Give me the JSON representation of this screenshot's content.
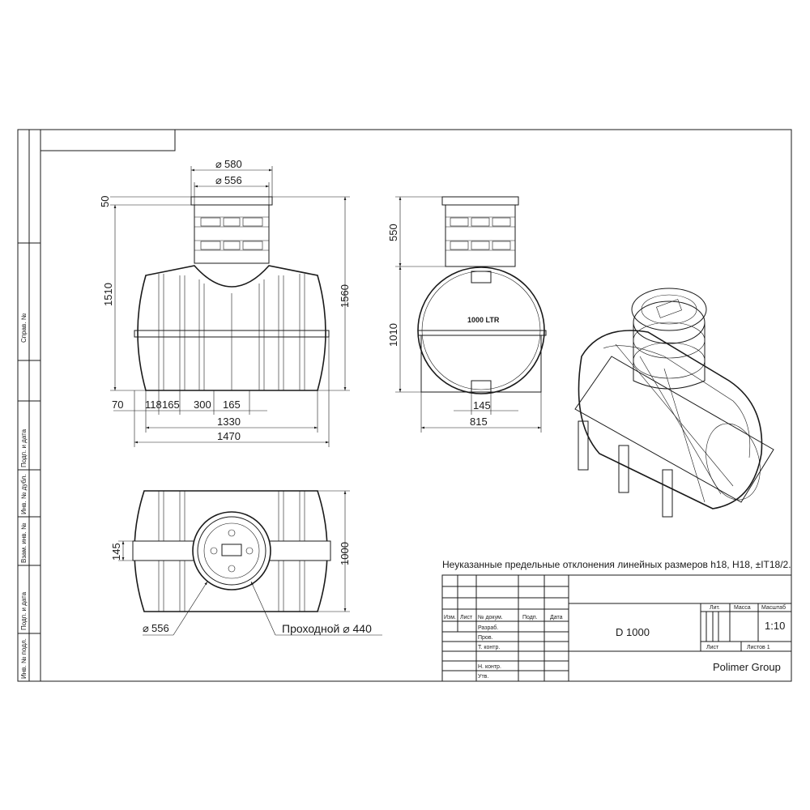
{
  "side_labels": [
    "Справ. №",
    "Подп. и дата",
    "Инв. № дубл.",
    "Взам. инв. №",
    "Подп. и дата",
    "Инв. № подл."
  ],
  "front": {
    "d580": "580",
    "d556": "556",
    "h50": "50",
    "h1510": "1510",
    "h1560": "1560",
    "w70": "70",
    "w118": "118",
    "w165a": "165",
    "w300": "300",
    "w165b": "165",
    "w1330": "1330",
    "w1470": "1470"
  },
  "side": {
    "h550": "550",
    "h1010": "1010",
    "label": "1000 LTR",
    "w145": "145",
    "w815": "815"
  },
  "top": {
    "h145": "145",
    "h1000": "1000",
    "d556": "556",
    "passage": "Проходной ⌀ 440"
  },
  "diameter_symbol": "⌀",
  "note": "Неуказанные предельные отклонения линейных размеров h18, H18, ±IT18/2.",
  "title_block": {
    "col_izm": "Изм.",
    "col_list": "Лист",
    "col_doc": "№ докум.",
    "col_podp": "Подп.",
    "col_data": "Дата",
    "razrab": "Разраб.",
    "prov": "Пров.",
    "tkontr": "Т. контр.",
    "nkontr": "Н. контр.",
    "utv": "Утв.",
    "designation": "D 1000",
    "lit": "Лит.",
    "massa": "Масса",
    "masshtab": "Масштаб",
    "scale": "1:10",
    "list": "Лист",
    "listov": "Листов 1",
    "company": "Polimer Group"
  }
}
